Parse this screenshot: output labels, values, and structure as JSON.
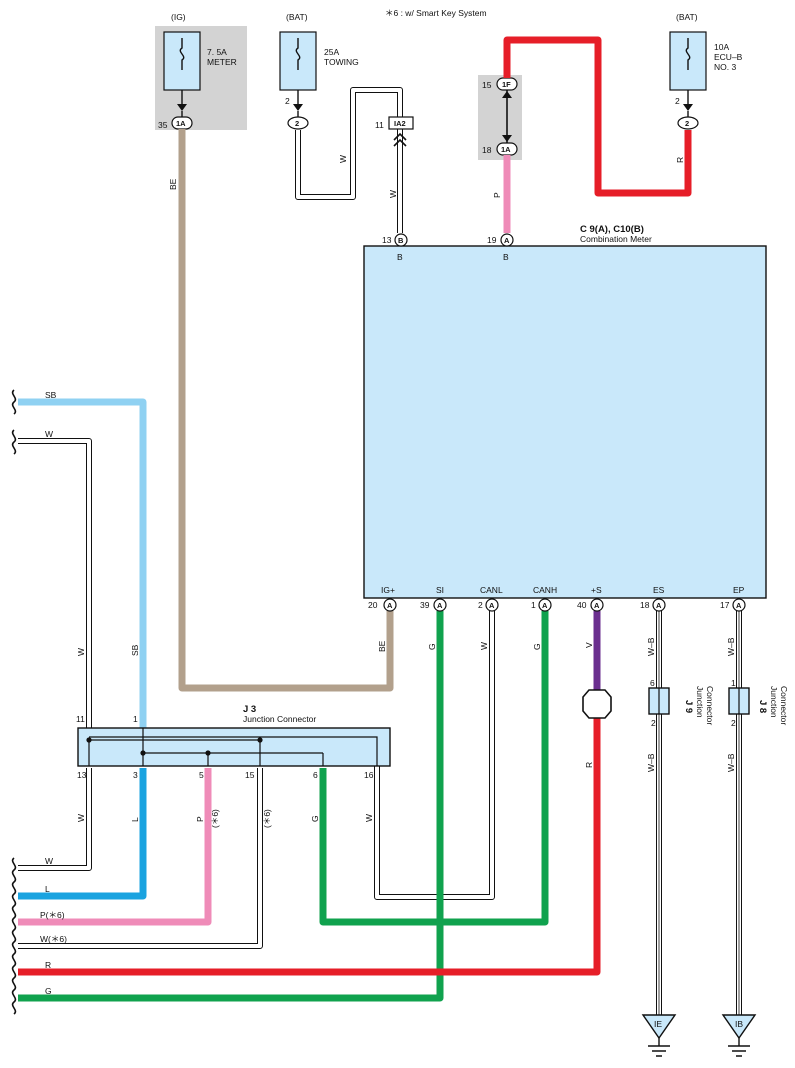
{
  "note": "＊6 : w/ Smart Key System",
  "colors": {
    "BE": "#b2a08c",
    "R": "#e61e28",
    "P": "#ef8bb8",
    "SB": "#8fd1f2",
    "L": "#1aa3e0",
    "G": "#10a24e",
    "V": "#6b2f8f",
    "W": "#ffffff",
    "box_fill": "#c9e8fa",
    "fuse_gray": "#d3d3d3"
  },
  "fuses": {
    "ig_meter": {
      "source": "(IG)",
      "rating": "7. 5A",
      "name": "METER",
      "pin": "35",
      "conn": "1A"
    },
    "bat_towing": {
      "source": "(BAT)",
      "rating": "25A",
      "name": "TOWING",
      "pin": "2",
      "conn": "2"
    },
    "bat_ecub": {
      "source": "(BAT)",
      "rating": "10A",
      "name1": "ECU–B",
      "name2": "NO. 3",
      "pin": "2",
      "conn": "2"
    }
  },
  "iaconn": {
    "pin": "11",
    "conn": "IA2"
  },
  "link_1f": {
    "top_pin": "15",
    "top_conn": "1F",
    "bot_pin": "18",
    "bot_conn": "1A"
  },
  "meter": {
    "title": "C 9(A), C10(B)",
    "subtitle": "Combination Meter",
    "top_pins": [
      {
        "num": "13",
        "conn": "B",
        "label": "B"
      },
      {
        "num": "19",
        "conn": "A",
        "label": "B"
      }
    ],
    "bottom_pins": [
      {
        "num": "20",
        "conn": "A",
        "label": "IG+"
      },
      {
        "num": "39",
        "conn": "A",
        "label": "SI"
      },
      {
        "num": "2",
        "conn": "A",
        "label": "CANL"
      },
      {
        "num": "1",
        "conn": "A",
        "label": "CANH"
      },
      {
        "num": "40",
        "conn": "A",
        "label": "+S"
      },
      {
        "num": "18",
        "conn": "A",
        "label": "ES"
      },
      {
        "num": "17",
        "conn": "A",
        "label": "EP"
      }
    ]
  },
  "j3": {
    "name": "J 3",
    "subtitle": "Junction Connector",
    "top_pins": [
      "11",
      "1"
    ],
    "bottom_pins": [
      "13",
      "3",
      "5",
      "15",
      "6",
      "16"
    ]
  },
  "j9": {
    "name": "J 9",
    "sub": "Junction",
    "sub2": "Connector",
    "top_pin": "6",
    "bot_pin": "2"
  },
  "j8": {
    "name": "J 8",
    "sub": "Junction",
    "sub2": "Connector",
    "top_pin": "1",
    "bot_pin": "2"
  },
  "grounds": {
    "ie": "IE",
    "ib": "IB"
  },
  "wire_labels": {
    "be_top": "BE",
    "w_tow": "W",
    "w_ia": "W",
    "p_link": "P",
    "r_ecub": "R",
    "be_low": "BE",
    "g_si": "G",
    "w_canl": "W",
    "g_canh": "G",
    "v_s": "V",
    "r_s": "R",
    "wb_es1": "W–B",
    "wb_es2": "W–B",
    "wb_ep1": "W–B",
    "wb_ep2": "W–B",
    "w_11": "W",
    "sb_1": "SB",
    "w_13": "W",
    "l_3": "L",
    "p_5": "P",
    "p_5b": "(＊6)",
    "w_15": "(＊6)",
    "g_6": "G",
    "w_16": "W"
  },
  "left_edge_labels": {
    "sb": "SB",
    "w_top": "W",
    "w": "W",
    "l": "L",
    "p6": "P(＊6)",
    "w6": "W(＊6)",
    "r": "R",
    "g": "G"
  }
}
